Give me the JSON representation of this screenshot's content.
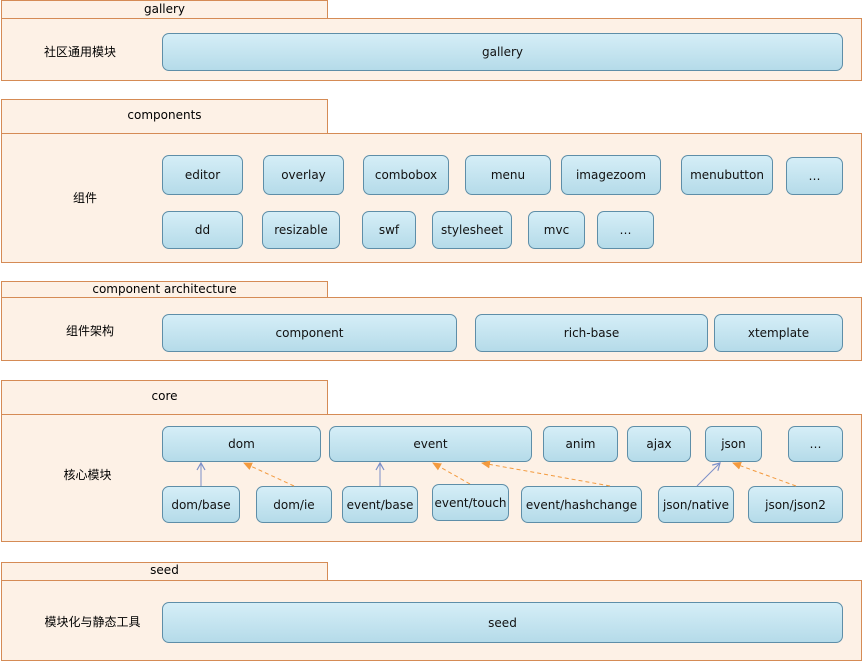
{
  "layers": {
    "gallery": {
      "title": "gallery",
      "label": "社区通用模块",
      "modules": [
        "gallery"
      ]
    },
    "components": {
      "title": "components",
      "label": "组件",
      "modules": [
        "editor",
        "overlay",
        "combobox",
        "menu",
        "imagezoom",
        "menubutton",
        "…",
        "dd",
        "resizable",
        "swf",
        "stylesheet",
        "mvc",
        "…"
      ]
    },
    "architecture": {
      "title": "component architecture",
      "label": "组件架构",
      "modules": [
        "component",
        "rich-base",
        "xtemplate"
      ]
    },
    "core": {
      "title": "core",
      "label": "核心模块",
      "modules": [
        "dom",
        "event",
        "anim",
        "ajax",
        "json",
        "…"
      ],
      "submodules": [
        "dom/base",
        "dom/ie",
        "event/base",
        "event/touch",
        "event/hashchange",
        "json/native",
        "json/json2"
      ]
    },
    "seed": {
      "title": "seed",
      "label": "模块化与静态工具",
      "modules": [
        "seed"
      ]
    }
  },
  "colors": {
    "panel_fill": "#fdf1e6",
    "panel_border": "#d58b55",
    "module_border": "#5e8ea8",
    "solid_arrow": "#7b8fc8",
    "dashed_arrow": "#f39a3e"
  }
}
